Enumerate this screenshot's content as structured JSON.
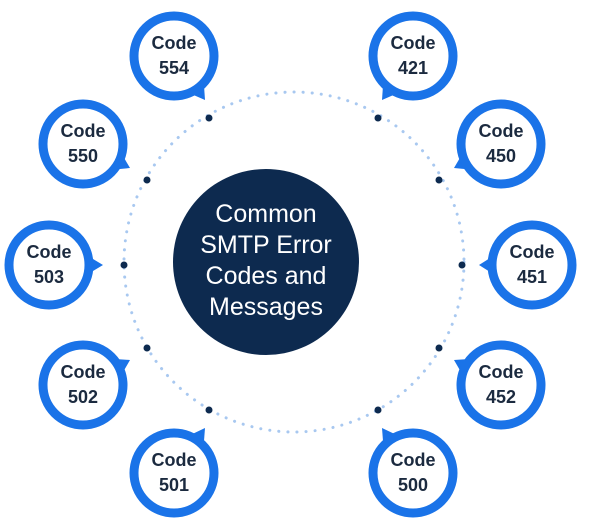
{
  "center": {
    "lines": [
      "Common",
      "SMTP Error",
      "Codes and",
      "Messages"
    ]
  },
  "bubbles": [
    {
      "code": "Code",
      "number": "554"
    },
    {
      "code": "Code",
      "number": "421"
    },
    {
      "code": "Code",
      "number": "550"
    },
    {
      "code": "Code",
      "number": "450"
    },
    {
      "code": "Code",
      "number": "503"
    },
    {
      "code": "Code",
      "number": "451"
    },
    {
      "code": "Code",
      "number": "502"
    },
    {
      "code": "Code",
      "number": "452"
    },
    {
      "code": "Code",
      "number": "501"
    },
    {
      "code": "Code",
      "number": "500"
    }
  ],
  "colors": {
    "bubble_ring": "#1a73e8",
    "center_fill": "#0d2a4f",
    "dot_ring": "#a8c8f0",
    "connector_dot": "#0d2a4f"
  }
}
